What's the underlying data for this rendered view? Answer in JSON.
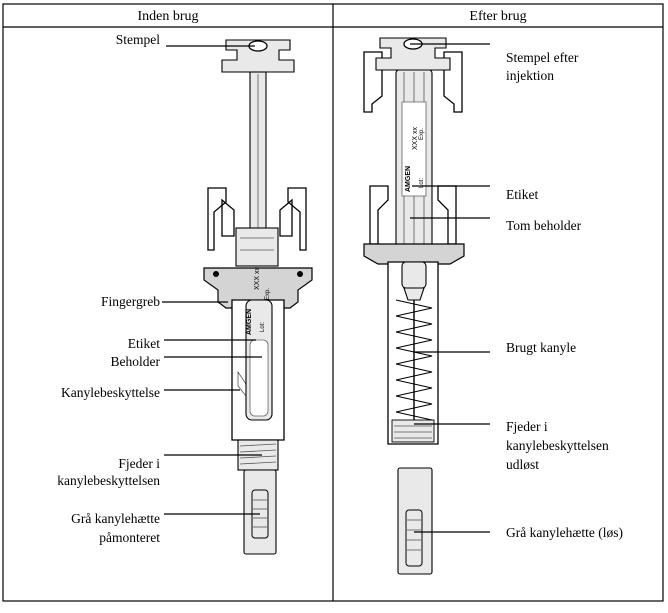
{
  "headers": {
    "before": "Inden brug",
    "after": "Efter brug"
  },
  "left_labels": {
    "plunger": "Stempel",
    "finger_grip": "Fingergreb",
    "label": "Etiket",
    "barrel": "Beholder",
    "needle_guard": "Kanylebeskyttelse",
    "spring_line1": "Fjeder i",
    "spring_line2": "kanylebeskyttelsen",
    "cap_line1": "Grå kanylehætte",
    "cap_line2": "påmonteret"
  },
  "right_labels": {
    "plunger_line1": "Stempel efter",
    "plunger_line2": "injektion",
    "label": "Etiket",
    "empty_barrel": "Tom beholder",
    "used_needle": "Brugt kanyle",
    "spring_line1": "Fjeder i",
    "spring_line2": "kanylebeskyttelsen",
    "spring_line3": "udløst",
    "cap": "Grå kanylehætte (løs)"
  },
  "syringe_label": {
    "brand": "AMGEN",
    "code": "XXX xx",
    "lot": "Lot:",
    "exp": "Exp."
  },
  "colors": {
    "outline": "#000000",
    "grey_fill": "#d4d4d4",
    "light_grey_fill": "#e9e9e9"
  }
}
